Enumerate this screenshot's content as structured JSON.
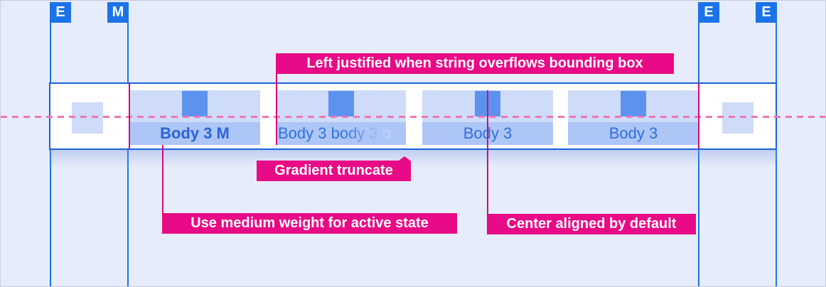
{
  "markers": [
    "E",
    "M",
    "E",
    "E"
  ],
  "tabs": [
    {
      "label": "Body 3 M",
      "state": "active"
    },
    {
      "label": "Body 3 body 3 b",
      "state": "gradient-truncated"
    },
    {
      "label": "Body 3",
      "state": "default"
    },
    {
      "label": "Body 3",
      "state": "default"
    }
  ],
  "annotations": {
    "left_justified": "Left justified when string overflows bounding box",
    "gradient_truncate": "Gradient truncate",
    "medium_weight": "Use medium weight for active state",
    "center_aligned": "Center aligned by default"
  },
  "colors": {
    "marker_blue": "#1a73e8",
    "guide_blue": "#1a73e8",
    "bar_border_blue": "#1a62dd",
    "annotation_magenta": "#e80a86",
    "leader_magenta": "#d6077f",
    "dashed_pink": "#f175b2",
    "tab_rect_light": "#cedcf9",
    "tab_icon_blue": "#5d92ef",
    "tab_label_rect": "#adc6f6",
    "tab_text_blue": "#2e6fe3",
    "background": "#e7ecfa"
  }
}
